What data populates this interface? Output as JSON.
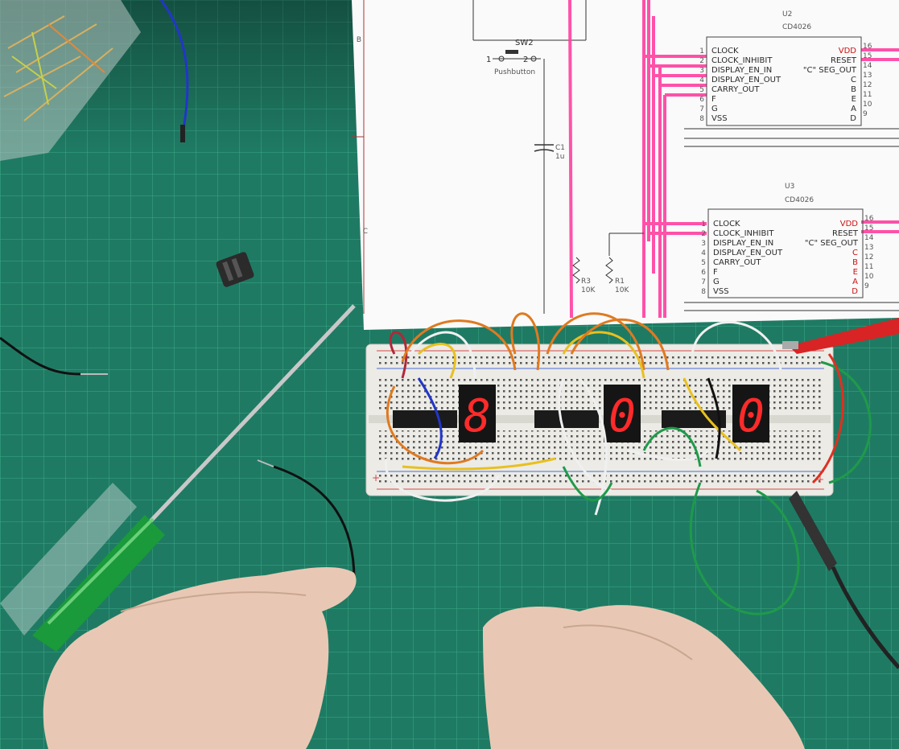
{
  "schematic": {
    "row_labels": [
      "B",
      "C"
    ],
    "switch": {
      "ref": "SW2",
      "type": "Pushbutton",
      "pin1": "1",
      "pin2": "2"
    },
    "capacitor": {
      "ref": "C1",
      "value": "1u"
    },
    "resistors": [
      {
        "ref": "R3",
        "value": "10K"
      },
      {
        "ref": "R1",
        "value": "10K"
      }
    ],
    "chips": [
      {
        "ref": "U2",
        "part": "CD4026",
        "left_pins": [
          {
            "num": "1",
            "name": "CLOCK"
          },
          {
            "num": "2",
            "name": "CLOCK_INHIBIT"
          },
          {
            "num": "3",
            "name": "DISPLAY_EN_IN"
          },
          {
            "num": "4",
            "name": "DISPLAY_EN_OUT"
          },
          {
            "num": "5",
            "name": "CARRY_OUT"
          },
          {
            "num": "6",
            "name": "F"
          },
          {
            "num": "7",
            "name": "G"
          },
          {
            "num": "8",
            "name": "VSS"
          }
        ],
        "right_pins": [
          {
            "num": "16",
            "name": "VDD"
          },
          {
            "num": "15",
            "name": "RESET"
          },
          {
            "num": "14",
            "name": "\"C\" SEG_OUT"
          },
          {
            "num": "13",
            "name": "C"
          },
          {
            "num": "12",
            "name": "B"
          },
          {
            "num": "11",
            "name": "E"
          },
          {
            "num": "10",
            "name": "A"
          },
          {
            "num": "9",
            "name": "D"
          }
        ]
      },
      {
        "ref": "U3",
        "part": "CD4026",
        "left_pins": [
          {
            "num": "1",
            "name": "CLOCK"
          },
          {
            "num": "2",
            "name": "CLOCK_INHIBIT"
          },
          {
            "num": "3",
            "name": "DISPLAY_EN_IN"
          },
          {
            "num": "4",
            "name": "DISPLAY_EN_OUT"
          },
          {
            "num": "5",
            "name": "CARRY_OUT"
          },
          {
            "num": "6",
            "name": "F"
          },
          {
            "num": "7",
            "name": "G"
          },
          {
            "num": "8",
            "name": "VSS"
          }
        ],
        "right_pins": [
          {
            "num": "16",
            "name": "VDD"
          },
          {
            "num": "15",
            "name": "RESET"
          },
          {
            "num": "14",
            "name": "\"C\" SEG_OUT"
          },
          {
            "num": "13",
            "name": "C"
          },
          {
            "num": "12",
            "name": "B"
          },
          {
            "num": "11",
            "name": "E"
          },
          {
            "num": "10",
            "name": "A"
          },
          {
            "num": "9",
            "name": "D"
          }
        ]
      }
    ]
  },
  "displays": [
    {
      "digit": "8"
    },
    {
      "digit": "0"
    },
    {
      "digit": "0"
    }
  ],
  "breadboard": {
    "rail_plus_left": "+",
    "rail_plus_right": "+"
  },
  "colors": {
    "cutting_mat": "#1f7a63",
    "grid_line": "#2f9a7c",
    "paper": "#fafafa",
    "highlighter": "#ff3fa0",
    "segment_on": "#ff2a2a",
    "screwdriver_handle": "#1a9a3a"
  }
}
